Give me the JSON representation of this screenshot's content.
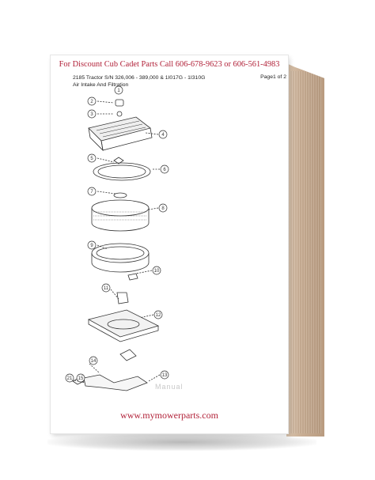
{
  "banner": {
    "prefix": "For  Discount Cub Cadet Parts Call ",
    "phone1": "606-678-9623",
    "or": " or ",
    "phone2": "606-561-4983"
  },
  "header": {
    "model_line": "2185 Tractor S/N 326,006 - 389,000 & 1I017G - 1I310G",
    "section": "Air Intake And Filtration",
    "page_label": "Page1 of 2"
  },
  "callouts": [
    "1",
    "2",
    "3",
    "4",
    "5",
    "6",
    "7",
    "8",
    "9",
    "10",
    "11",
    "12",
    "13",
    "14",
    "15",
    "21"
  ],
  "watermark": "Manual",
  "footer": {
    "url": "www.mymowerparts.com"
  }
}
